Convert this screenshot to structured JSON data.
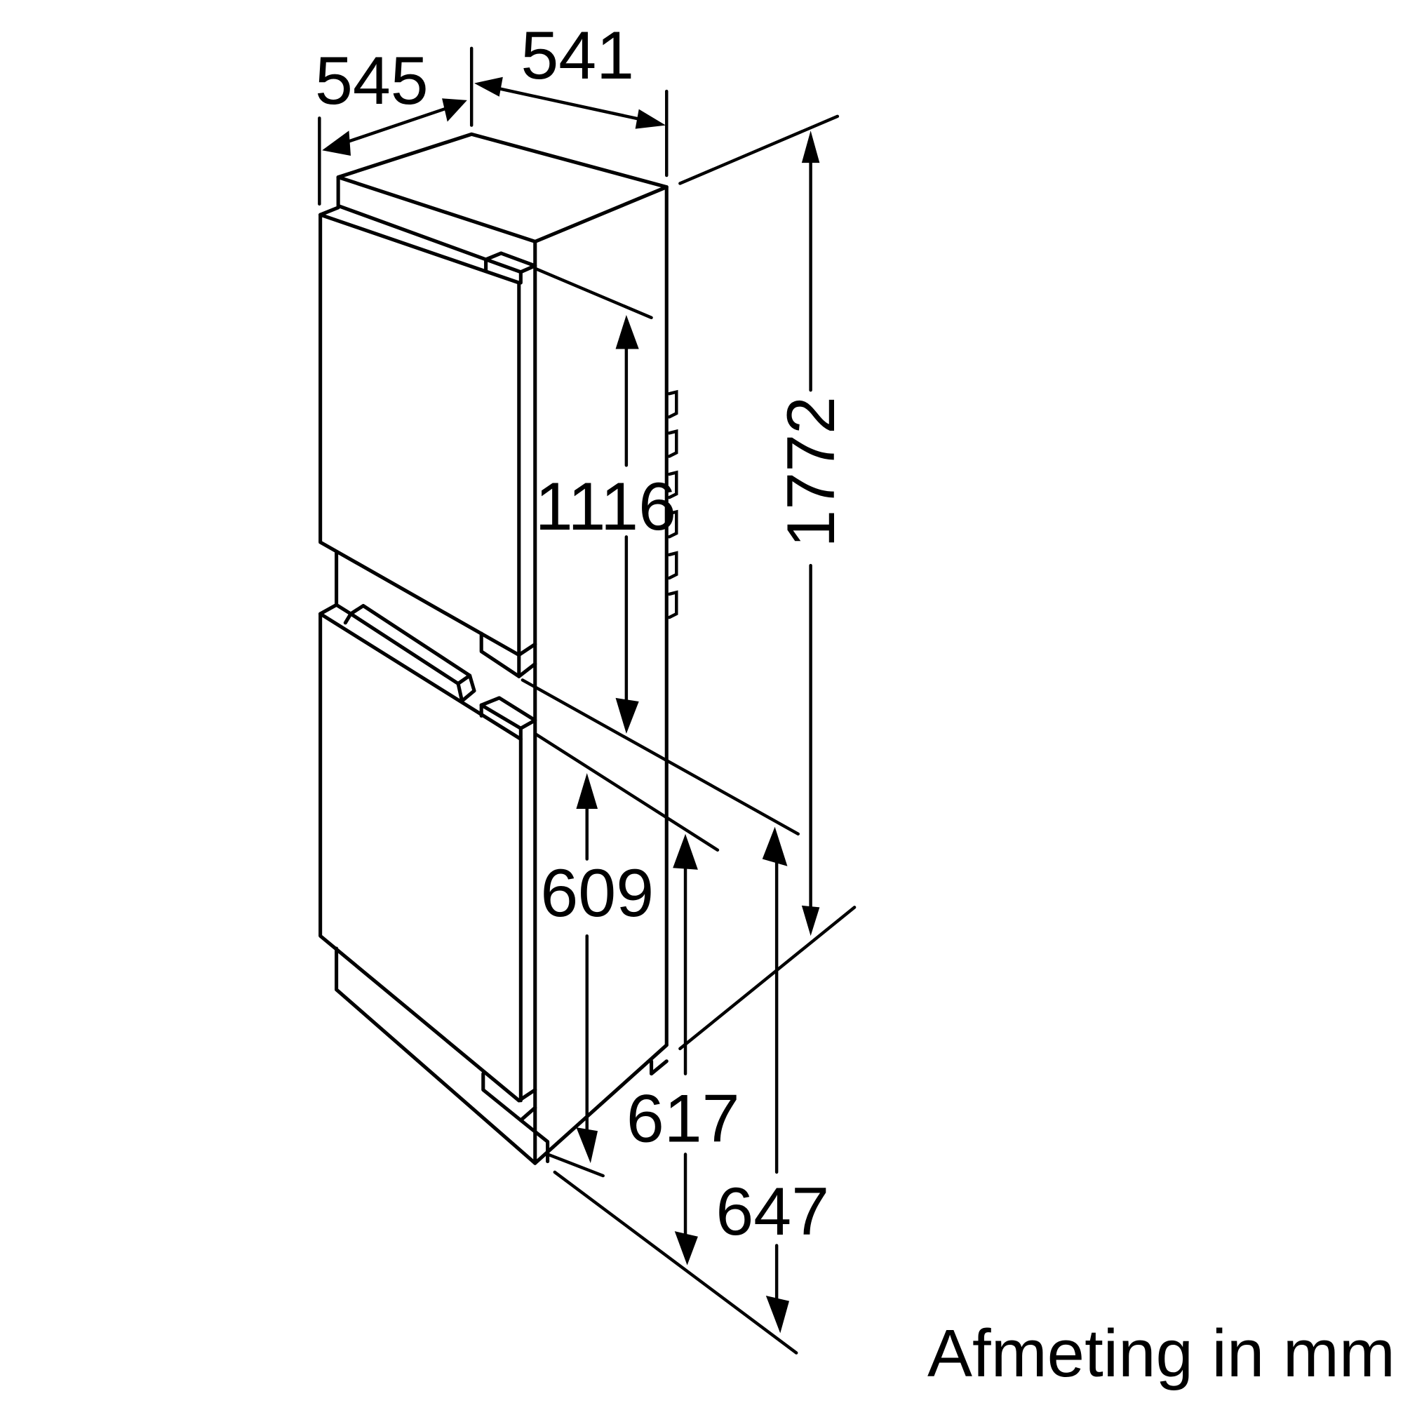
{
  "diagram": {
    "subject": "built-in fridge-freezer dimension drawing",
    "unit_caption": "Afmeting in mm",
    "dimensions": {
      "depth_top": "545",
      "width_top": "541",
      "total_height": "1772",
      "upper_door_height": "1116",
      "lower_door_height": "609",
      "side_height_617": "617",
      "side_height_647": "647"
    },
    "line_color": "#000000",
    "background_color": "#ffffff"
  }
}
